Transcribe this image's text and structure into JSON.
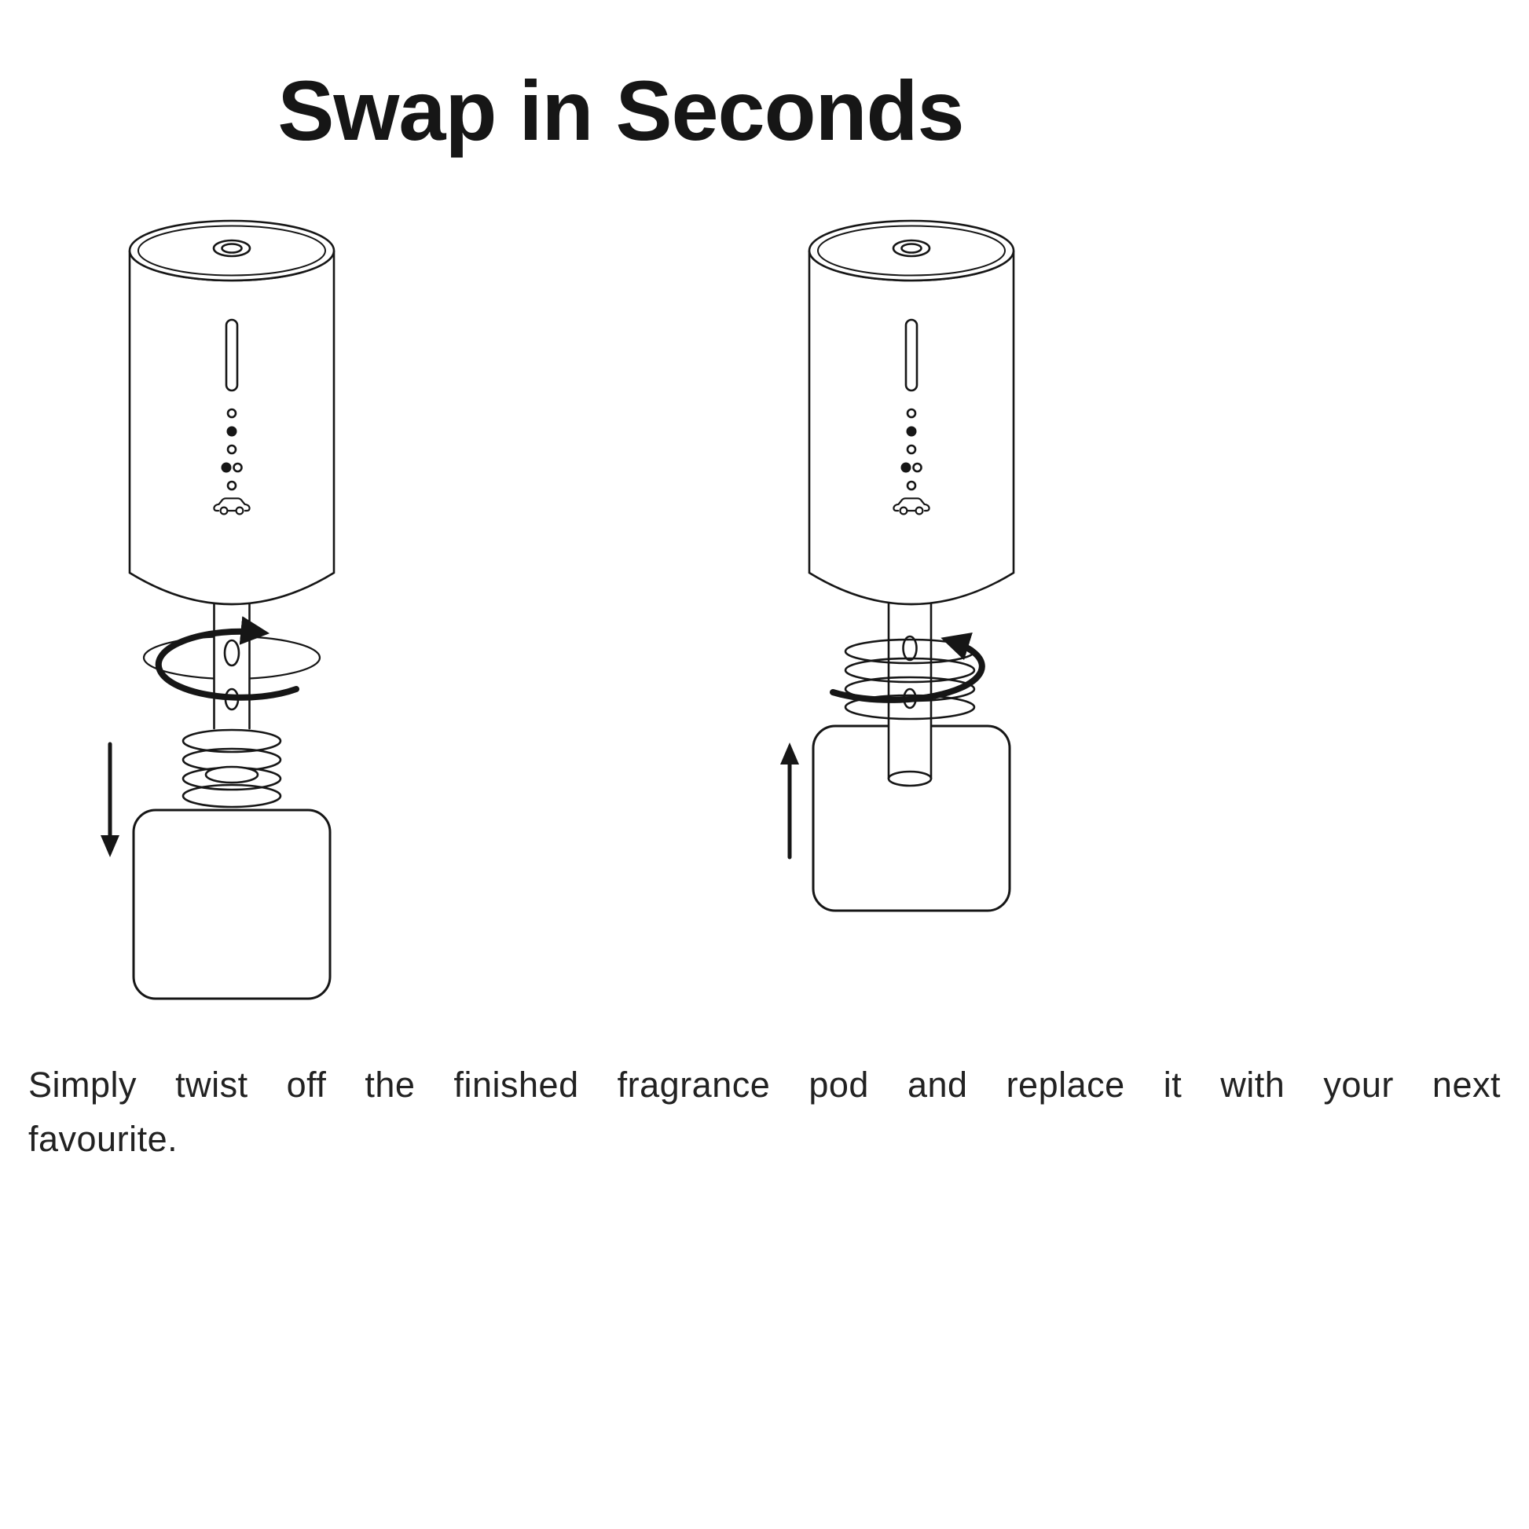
{
  "page": {
    "title": "Swap in Seconds",
    "caption": {
      "line1": "Simply twist off the finished fragrance pod and replace it with your next",
      "line2": "favourite."
    }
  },
  "figures": {
    "left": {
      "name": "remove-pod-step",
      "rotation": "clockwise-twist-off",
      "motion_arrow": "down"
    },
    "right": {
      "name": "attach-pod-step",
      "rotation": "counterclockwise-twist-on",
      "motion_arrow": "up"
    }
  },
  "icons": {
    "car": "car-icon (outline glyph on diffuser body)",
    "dots": "power/intensity indicator dots"
  },
  "colors": {
    "background": "#ffffff",
    "line": "#161616",
    "text": "#222222"
  }
}
